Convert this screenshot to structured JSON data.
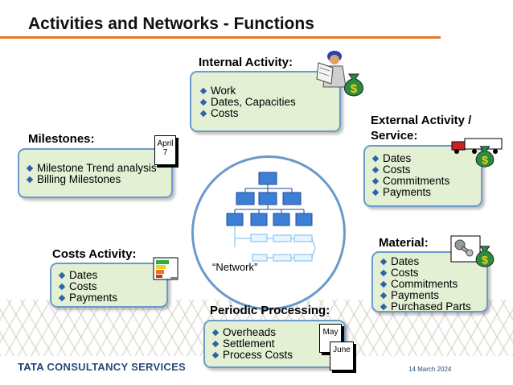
{
  "slide": {
    "title": "Activities and Networks - Functions",
    "footer_logo_bold": "TATA",
    "footer_logo_rest": "CONSULTANCY SERVICES",
    "footer_date": "14 March 2024"
  },
  "internal_activity": {
    "heading": "Internal Activity:",
    "items": [
      "Work",
      "Dates, Capacities",
      "Costs"
    ]
  },
  "external_activity": {
    "heading_line1": "External Activity /",
    "heading_line2": "Service:",
    "items": [
      "Dates",
      "Costs",
      "Commitments",
      "Payments"
    ]
  },
  "milestones": {
    "heading": "Milestones:",
    "items": [
      "Milestone Trend analysis",
      "Billing Milestones"
    ],
    "calendar_month": "April",
    "calendar_day": "7"
  },
  "costs_activity": {
    "heading": "Costs Activity:",
    "items": [
      "Dates",
      "Costs",
      "Payments"
    ]
  },
  "material": {
    "heading": "Material:",
    "items": [
      "Dates",
      "Costs",
      "Commitments",
      "Payments",
      "Purchased Parts"
    ]
  },
  "periodic_processing": {
    "heading": "Periodic Processing:",
    "items": [
      "Overheads",
      "Settlement",
      "Process Costs"
    ],
    "calendar_back": "May",
    "calendar_front": "June"
  },
  "network": {
    "label": "“Network”"
  },
  "colors": {
    "accent_line": "#e8761e",
    "box_fill": "#e3f0d4",
    "box_border": "#6a9ac9",
    "bullet": "#2f63a8",
    "money_bag": "#2e8b3a"
  },
  "icons": [
    "worker-icon",
    "money-bag-icon",
    "truck-icon",
    "calendar-icon",
    "chart-icon",
    "tools-icon"
  ]
}
